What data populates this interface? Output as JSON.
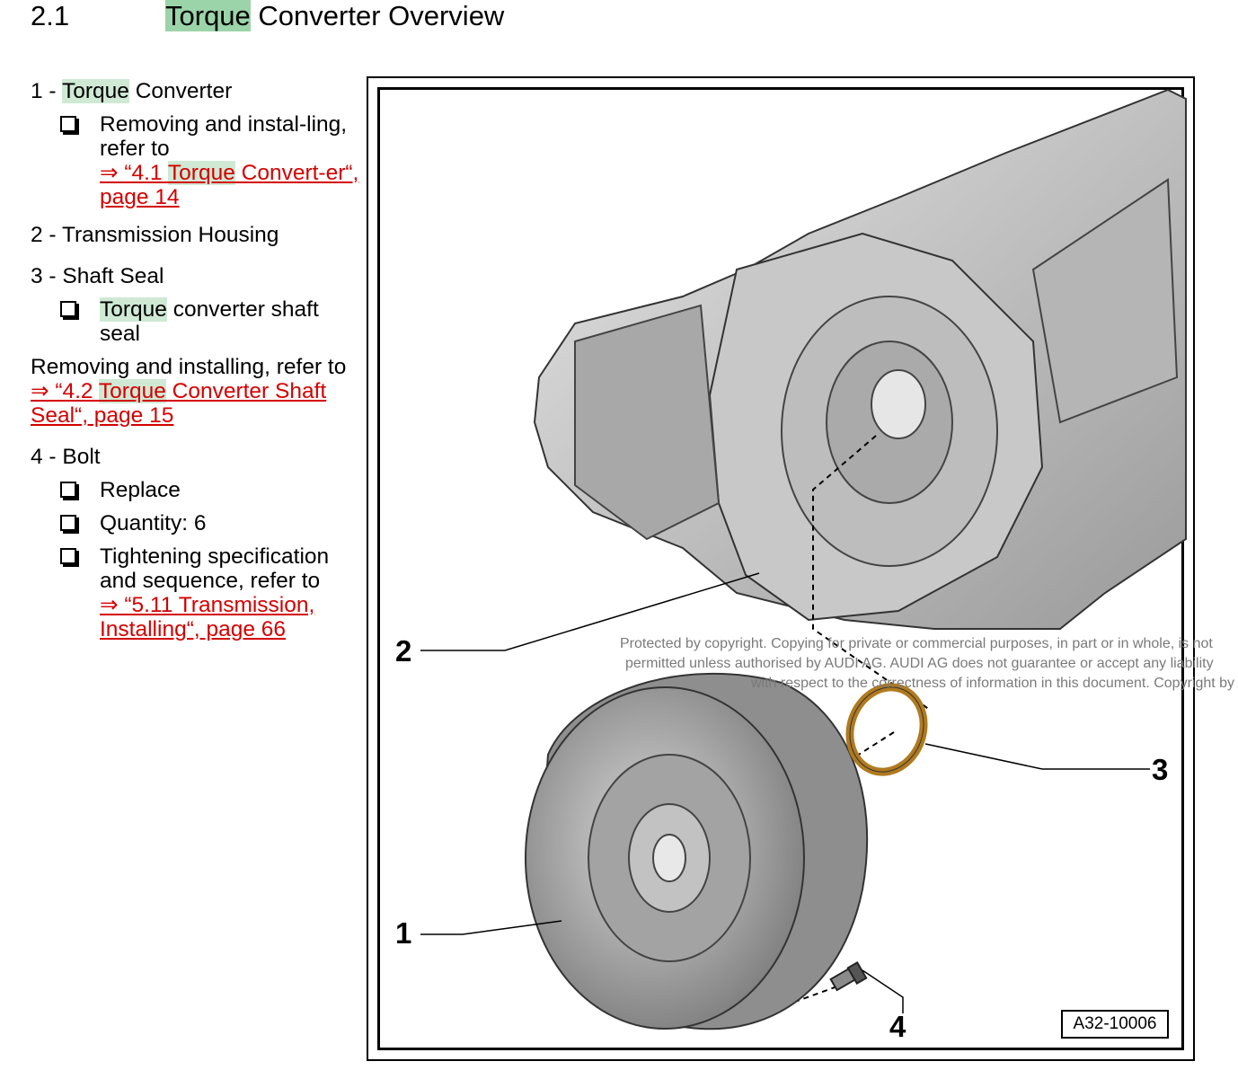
{
  "heading": {
    "number": "2.1",
    "highlight": "Torque",
    "rest": " Converter Overview"
  },
  "items": [
    {
      "title_prefix": "1 - ",
      "title_highlight": "Torque",
      "title_rest": " Converter",
      "bullet1_text": "Removing and instal-ling, refer to",
      "bullet1_link_pre": "⇒ “4.1 ",
      "bullet1_link_hl": "Torque",
      "bullet1_link_post": " Convert-er“, page 14"
    },
    {
      "title": "2 - Transmission Housing"
    },
    {
      "title": "3 - Shaft Seal",
      "bullet1_hl": "Torque",
      "bullet1_rest": " converter shaft seal",
      "para_text": "Removing and installing, refer to",
      "para_link_pre": "⇒ “4.2 ",
      "para_link_hl": "Torque",
      "para_link_post": " Converter Shaft Seal“, page 15"
    },
    {
      "title": "4 - Bolt",
      "bullets": [
        "Replace",
        "Quantity: 6",
        "Tightening specification and sequence, refer to"
      ],
      "bullet3_link": "⇒ “5.11 Transmission, Installing“, page 66"
    }
  ],
  "figure": {
    "callouts": [
      "1",
      "2",
      "3",
      "4"
    ],
    "code": "A32-10006",
    "watermark": [
      "Protected by copyright. Copying for private or commercial purposes, in part or in whole, is not",
      "permitted unless authorised by AUDI AG. AUDI AG does not guarantee or accept any liability",
      "with respect to the correctness of information in this document. Copyright by AUDI AG."
    ]
  }
}
